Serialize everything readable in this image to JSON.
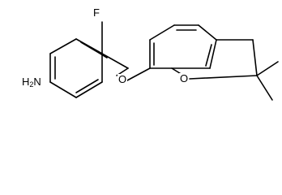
{
  "molecule": {
    "atoms": {
      "amine": {
        "element": "H",
        "count": "2",
        "attached": "N"
      },
      "fluorine": "F",
      "ether_oxygen": "O",
      "furan_oxygen": "O"
    }
  }
}
